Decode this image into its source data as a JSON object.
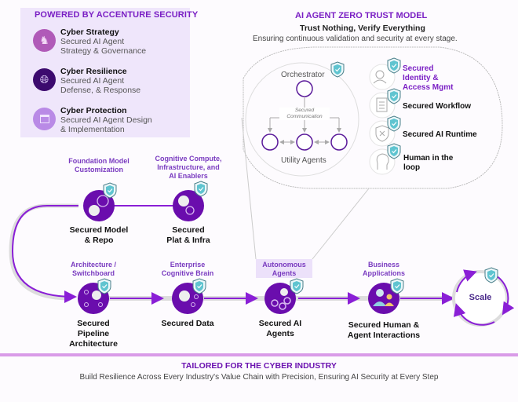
{
  "powered": {
    "title": "POWERED BY ACCENTURE SECURITY",
    "items": [
      {
        "title": "Cyber Strategy",
        "line1": "Secured AI Agent",
        "line2": "Strategy & Governance",
        "icon": "chess-knight-icon",
        "color": "#b05ab8"
      },
      {
        "title": "Cyber Resilience",
        "line1": "Secured AI Agent",
        "line2": "Defense, & Response",
        "icon": "globe-check-icon",
        "color": "#3c0a6e"
      },
      {
        "title": "Cyber Protection",
        "line1": "Secured AI Agent Design",
        "line2": "& Implementation",
        "icon": "browser-lock-icon",
        "color": "#b98ae6"
      }
    ]
  },
  "zero_trust": {
    "title": "AI AGENT ZERO TRUST MODEL",
    "subtitle": "Trust Nothing, Verify Everything",
    "description": "Ensuring continuous validation and security at every stage.",
    "orchestrator": "Orchestrator",
    "communication_line1": "Secured",
    "communication_line2": "Communication",
    "utility_agents": "Utility Agents",
    "items": [
      {
        "line1": "Secured",
        "line2": "Identity &",
        "line3": "Access Mgmt",
        "icon": "user-search-icon",
        "highlight": true
      },
      {
        "line1": "Secured Workflow",
        "icon": "clipboard-list-icon"
      },
      {
        "line1": "Secured AI Runtime",
        "icon": "shield-x-icon"
      },
      {
        "line1": "Human in the",
        "line2": "loop",
        "icon": "head-gears-icon"
      }
    ]
  },
  "flow": {
    "top_row": [
      {
        "category_line1": "Foundation Model",
        "category_line2": "Customization",
        "category_line3": "",
        "name_line1": "Secured Model",
        "name_line2": "& Repo",
        "icon": "brain-gear-icon"
      },
      {
        "category_line1": "Cognitive Compute,",
        "category_line2": "Infrastructure, and",
        "category_line3": "AI Enablers",
        "name_line1": "Secured",
        "name_line2": "Plat & Infra",
        "icon": "cloud-chip-icon"
      }
    ],
    "bottom_row": [
      {
        "category_line1": "Architecture /",
        "category_line2": "Switchboard",
        "name_line1": "Secured",
        "name_line2": "Pipeline",
        "name_line3": "Architecture",
        "icon": "network-nodes-icon"
      },
      {
        "category_line1": "Enterprise",
        "category_line2": "Cognitive Brain",
        "name_line1": "Secured Data",
        "name_line2": "",
        "name_line3": "",
        "icon": "brain-network-icon"
      },
      {
        "category_line1": "Autonomous",
        "category_line2": "Agents",
        "name_line1": "Secured AI",
        "name_line2": "Agents",
        "name_line3": "",
        "icon": "agent-gears-icon"
      },
      {
        "category_line1": "Business",
        "category_line2": "Applications",
        "name_line1": "Secured Human &",
        "name_line2": "Agent Interactions",
        "name_line3": "",
        "icon": "people-icon"
      }
    ],
    "scale_label": "Scale"
  },
  "footer": {
    "title": "TAILORED FOR THE CYBER INDUSTRY",
    "description": "Build Resilience Across Every Industry's Value Chain with Precision, Ensuring AI Security at Every Step"
  },
  "colors": {
    "brand_purple": "#7a1fc4",
    "node_purple": "#6a0dad",
    "shield_teal": "#5fc4d0"
  }
}
